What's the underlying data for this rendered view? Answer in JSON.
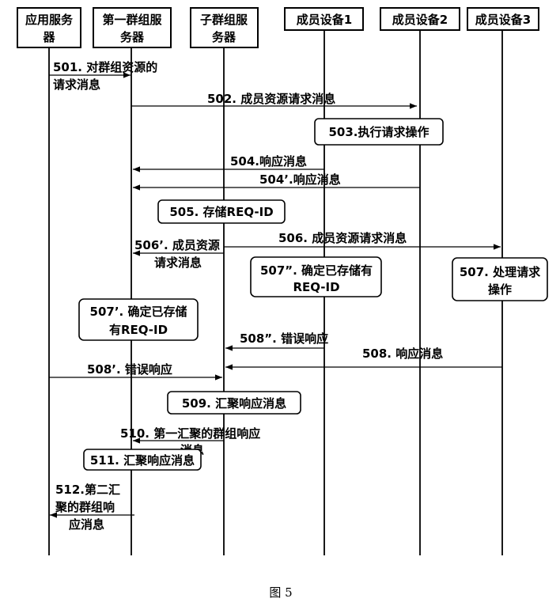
{
  "participants": {
    "app_server": {
      "line1": "应用服务",
      "line2": "器"
    },
    "first_group_server": {
      "line1": "第一群组服",
      "line2": "务器"
    },
    "sub_group_server": {
      "line1": "子群组服",
      "line2": "务器"
    },
    "member_device_1": {
      "line1": "成员设备1"
    },
    "member_device_2": {
      "line1": "成员设备2"
    },
    "member_device_3": {
      "line1": "成员设备3"
    }
  },
  "messages": {
    "m501": [
      "501. 对群组资源的",
      "请求消息"
    ],
    "m502": [
      "502. 成员资源请求消息"
    ],
    "m504": [
      "504.响应消息"
    ],
    "m504p": [
      "504’.响应消息"
    ],
    "m506": [
      "506. 成员资源请求消息"
    ],
    "m506p": [
      "506’. 成员资源",
      "请求消息"
    ],
    "m508pp": [
      "508”. 错误响应"
    ],
    "m508": [
      "508. 响应消息"
    ],
    "m508p": [
      "508’. 错误响应"
    ],
    "m510": [
      "510. 第一汇聚的群组响应",
      "消息"
    ],
    "m512": [
      "512.第二汇",
      "聚的群组响",
      "应消息"
    ]
  },
  "steps": {
    "s503": [
      "503.执行请求操作"
    ],
    "s505": [
      "505. 存储REQ-ID"
    ],
    "s507pp": [
      "507”. 确定已存储有",
      "REQ-ID"
    ],
    "s507": [
      "507. 处理请求",
      "操作"
    ],
    "s507p": [
      "507’. 确定已存储",
      "有REQ-ID"
    ],
    "s509": [
      "509. 汇聚响应消息"
    ],
    "s511": [
      "511. 汇聚响应消息"
    ]
  },
  "caption": "图 5"
}
